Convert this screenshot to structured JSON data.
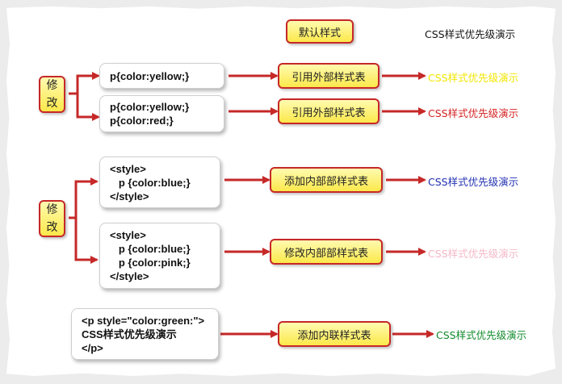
{
  "default_style": {
    "label": "默认样式",
    "demo_text": "CSS样式优先级演示",
    "demo_color": "#111111"
  },
  "group_labels": {
    "modify": [
      "修",
      "改"
    ]
  },
  "rows": [
    {
      "code": [
        "p{color:yellow;}"
      ],
      "action": "引用外部样式表",
      "demo_text": "CSS样式优先级演示",
      "demo_color": "#f2e600"
    },
    {
      "code": [
        "p{color:yellow;}",
        "p{color:red;}"
      ],
      "action": "引用外部样式表",
      "demo_text": "CSS样式优先级演示",
      "demo_color": "#d42020"
    },
    {
      "code": [
        "<style>",
        "   p {color:blue;}",
        "</style>"
      ],
      "action": "添加内部部样式表",
      "demo_text": "CSS样式优先级演示",
      "demo_color": "#1f2fb0"
    },
    {
      "code": [
        "<style>",
        "   p {color:blue;}",
        "   p {color:pink;}",
        "</style>"
      ],
      "action": "修改内部部样式表",
      "demo_text": "CSS样式优先级演示",
      "demo_color": "#f4b7c6"
    },
    {
      "code": [
        "<p style=\"color:green:\">",
        "CSS样式优先级演示",
        "</p>"
      ],
      "action": "添加内联样式表",
      "demo_text": "CSS样式优先级演示",
      "demo_color": "#0f8a2a"
    }
  ],
  "colors": {
    "arrow": "#c62828",
    "box_fill": "#fbe84a",
    "box_border": "#c62828"
  }
}
